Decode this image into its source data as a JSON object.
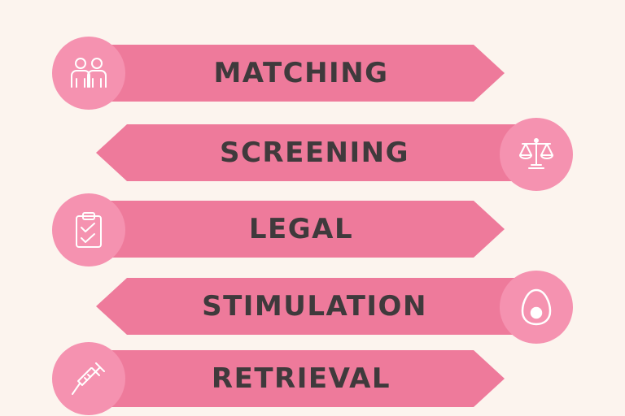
{
  "colors": {
    "background": "#fcf4ee",
    "arrow": "#ee7a9b",
    "circle": "#f592b0",
    "text": "#3f3a3c",
    "icon": "#ffffff"
  },
  "steps": [
    {
      "label": "MATCHING",
      "icon": "people-icon",
      "direction": "right"
    },
    {
      "label": "SCREENING",
      "icon": "scales-icon",
      "direction": "left"
    },
    {
      "label": "LEGAL",
      "icon": "clipboard-icon",
      "direction": "right"
    },
    {
      "label": "STIMULATION",
      "icon": "egg-icon",
      "direction": "left"
    },
    {
      "label": "RETRIEVAL",
      "icon": "syringe-icon",
      "direction": "right"
    }
  ]
}
